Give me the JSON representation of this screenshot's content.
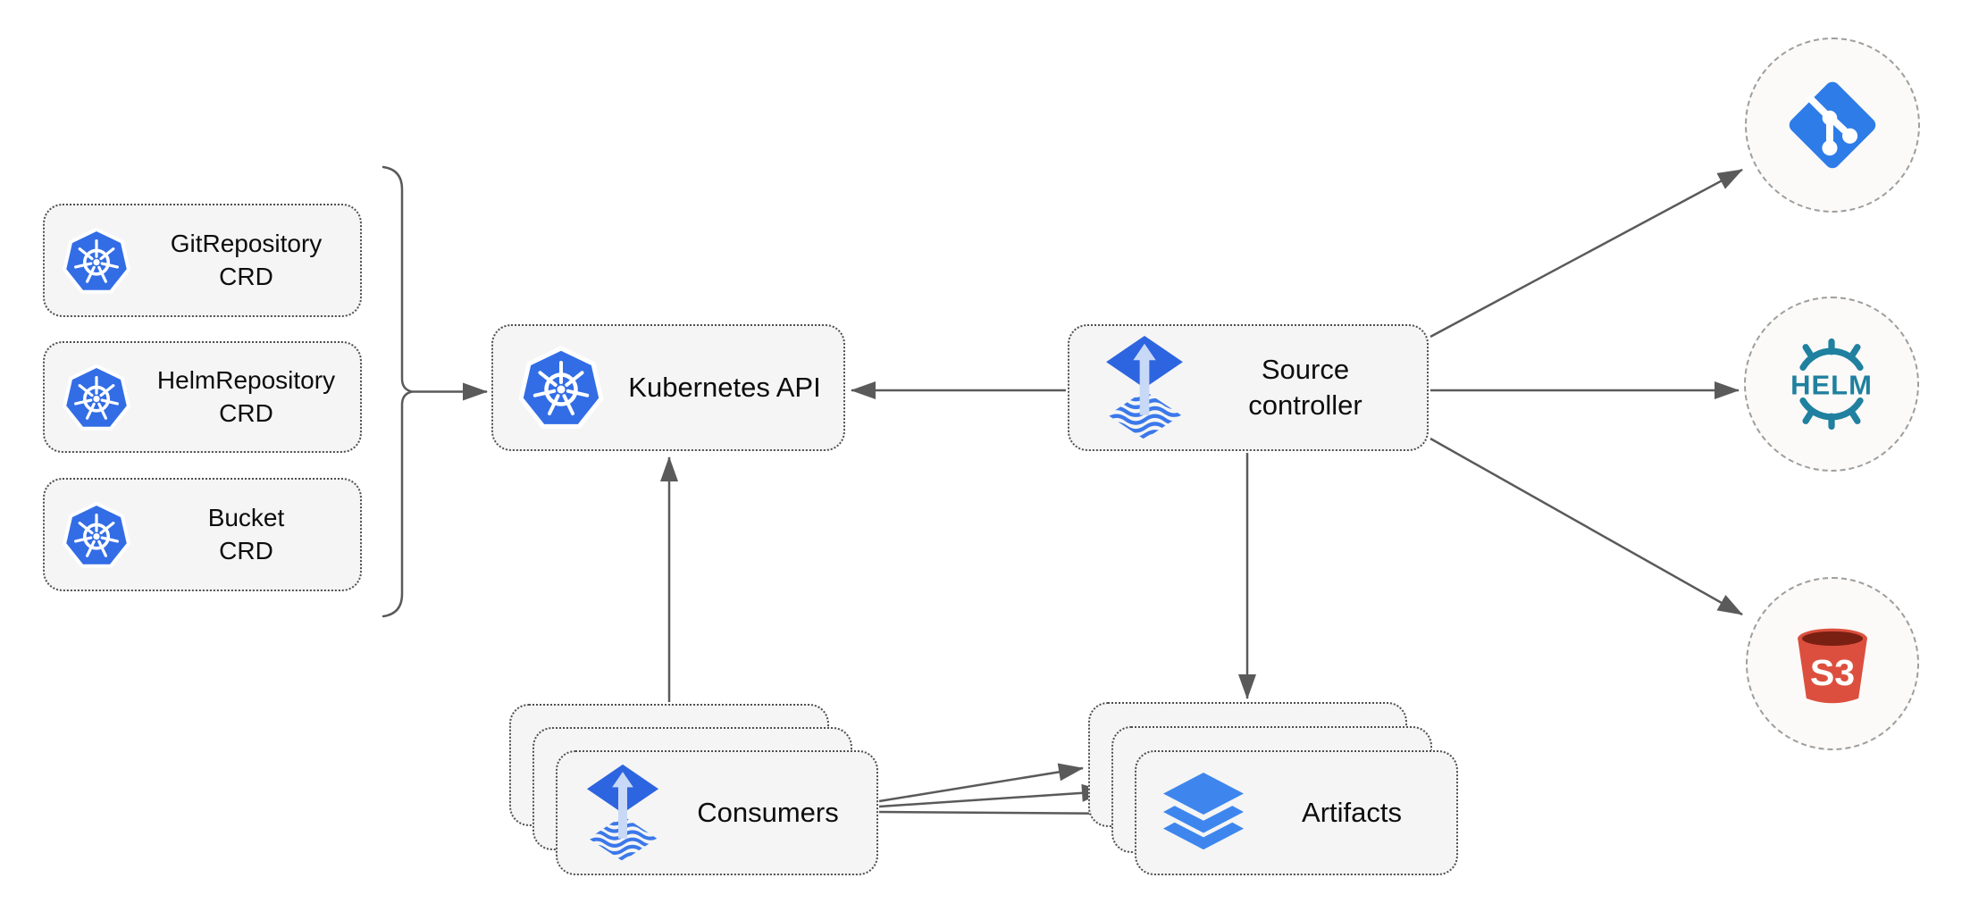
{
  "diagram": {
    "title": "",
    "nodes": {
      "gitrepository_crd": {
        "label": "GitRepository\nCRD",
        "icon": "kubernetes-icon"
      },
      "helmrepository_crd": {
        "label": "HelmRepository\nCRD",
        "icon": "kubernetes-icon"
      },
      "bucket_crd": {
        "label": "Bucket\nCRD",
        "icon": "kubernetes-icon"
      },
      "kubernetes_api": {
        "label": "Kubernetes API",
        "icon": "kubernetes-icon"
      },
      "source_controller": {
        "label": "Source\ncontroller",
        "icon": "flux-icon"
      },
      "consumers": {
        "label": "Consumers",
        "icon": "flux-icon",
        "stacked": true
      },
      "artifacts": {
        "label": "Artifacts",
        "icon": "layers-icon",
        "stacked": true
      },
      "git_source": {
        "label": "",
        "icon": "git-icon"
      },
      "helm_source": {
        "label": "",
        "icon": "helm-icon",
        "logo_text": "HELM"
      },
      "s3_source": {
        "label": "",
        "icon": "s3-bucket-icon",
        "logo_text": "S3"
      }
    },
    "edges": [
      {
        "from": "crd_group",
        "to": "kubernetes_api"
      },
      {
        "from": "source_controller",
        "to": "kubernetes_api"
      },
      {
        "from": "consumers",
        "to": "kubernetes_api"
      },
      {
        "from": "source_controller",
        "to": "artifacts"
      },
      {
        "from": "source_controller",
        "to": "git_source"
      },
      {
        "from": "source_controller",
        "to": "helm_source"
      },
      {
        "from": "source_controller",
        "to": "s3_source"
      },
      {
        "from": "consumers",
        "to": "artifacts"
      },
      {
        "from": "consumers",
        "to": "artifacts"
      },
      {
        "from": "consumers",
        "to": "artifacts"
      }
    ],
    "colors": {
      "kubernetes_blue": "#326de6",
      "flux_blue": "#2d64e0",
      "flux_arrow_light": "#c7d9f6",
      "flux_wave_blue": "#3b78ea",
      "layers_blue": "#3e86ee",
      "git_blue": "#2e7ce8",
      "helm_teal": "#20809f",
      "s3_red": "#dc4f3e",
      "s3_dark_red": "#7a2013",
      "node_fill": "#f5f5f5",
      "node_border": "#4f4f4f",
      "circle_fill": "#fbfaf8",
      "circle_border": "#9e9e9e",
      "edge_gray": "#5a5a5a",
      "text": "#0d0d0d"
    }
  }
}
